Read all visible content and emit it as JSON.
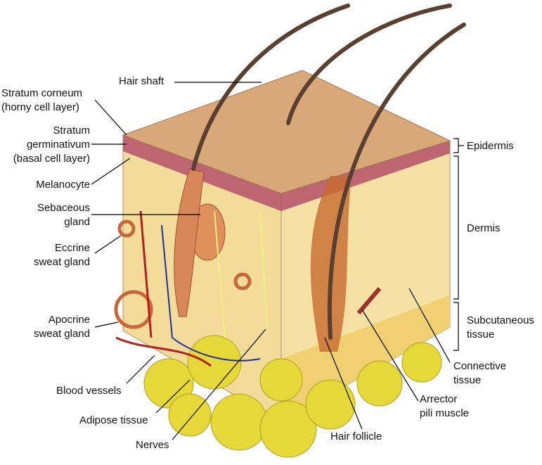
{
  "labels": {
    "hair_shaft": "Hair shaft",
    "stratum_corneum": [
      "Stratum corneum",
      "(horny cell layer)"
    ],
    "stratum_germinativum": [
      "Stratum",
      "germinativum",
      "(basal cell layer)"
    ],
    "melanocyte": "Melanocyte",
    "sebaceous_gland": [
      "Sebaceous",
      "gland"
    ],
    "eccrine_sweat_gland": [
      "Eccrine",
      "sweat gland"
    ],
    "apocrine_sweat_gland": [
      "Apocrine",
      "sweat gland"
    ],
    "blood_vessels": "Blood vessels",
    "adipose_tissue": "Adipose tissue",
    "nerves": "Nerves",
    "hair_follicle": "Hair follicle",
    "arrector_pili_muscle": [
      "Arrector",
      "pili muscle"
    ],
    "connective_tissue": [
      "Connective",
      "tissue"
    ],
    "epidermis": "Epidermis",
    "dermis": "Dermis",
    "subcutaneous_tissue": [
      "Subcutaneous",
      "tissue"
    ]
  },
  "colors": {
    "skin_top": "#d9a878",
    "dermis": "#f3dc9a",
    "epidermis_band": "#b3506a",
    "adipose": "#e7d83a",
    "hair": "#5a4030",
    "vessel_red": "#b32020",
    "vessel_blue": "#2030a0"
  }
}
